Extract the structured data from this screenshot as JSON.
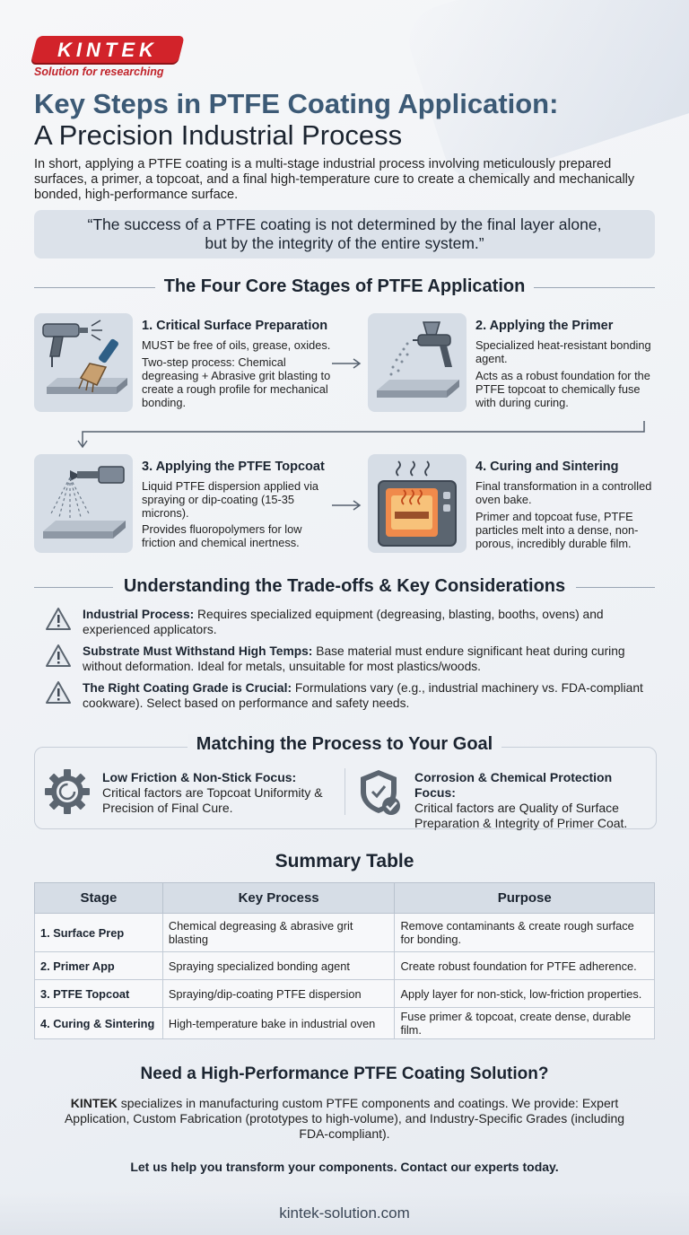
{
  "logo": {
    "brand": "KINTEK",
    "tagline": "Solution for researching"
  },
  "title": {
    "line1": "Key Steps in PTFE Coating Application:",
    "line2": "A Precision Industrial Process"
  },
  "intro": "In short, applying a PTFE coating is a multi-stage industrial process involving meticulously prepared surfaces, a primer, a topcoat, and a final high-temperature cure to create a chemically and mechanically bonded, high-performance surface.",
  "quote": {
    "line1": "“The success of a PTFE coating is not determined by the final layer alone,",
    "line2": "but by the integrity of the entire system.”"
  },
  "stages": {
    "heading": "The Four Core Stages of PTFE Application",
    "items": [
      {
        "title": "1. Critical Surface Preparation",
        "p1": "MUST be free of oils, grease, oxides.",
        "p2": "Two-step process: Chemical degreasing + Abrasive grit blasting to create a rough profile for mechanical bonding.",
        "icon": "spray-gun-brush-icon"
      },
      {
        "title": "2. Applying the Primer",
        "p1": "Specialized heat-resistant bonding agent.",
        "p2": "Acts as a robust foundation for the PTFE topcoat to chemically fuse with during curing.",
        "icon": "spray-gun-icon"
      },
      {
        "title": "3. Applying the PTFE Topcoat",
        "p1": "Liquid PTFE dispersion applied via spraying or dip-coating (15-35 microns).",
        "p2": "Provides fluoropolymers for low friction and chemical inertness.",
        "icon": "spray-nozzle-icon"
      },
      {
        "title": "4. Curing and Sintering",
        "p1": "Final transformation in a controlled oven bake.",
        "p2": "Primer and topcoat fuse, PTFE particles melt into a dense, non-porous, incredibly durable film.",
        "icon": "oven-icon"
      }
    ]
  },
  "tradeoffs": {
    "heading": "Understanding the Trade-offs & Key Considerations",
    "items": [
      {
        "label": "Industrial Process:",
        "text": " Requires specialized equipment (degreasing, blasting, booths, ovens) and experienced applicators."
      },
      {
        "label": "Substrate Must Withstand High Temps:",
        "text": " Base material must endure significant heat during curing without deformation. Ideal for metals, unsuitable for most plastics/woods."
      },
      {
        "label": "The Right Coating Grade is Crucial:",
        "text": " Formulations vary (e.g., industrial machinery vs. FDA-compliant cookware). Select based on performance and safety needs."
      }
    ]
  },
  "goal": {
    "heading": "Matching the Process to Your Goal",
    "left": {
      "label": "Low Friction & Non-Stick Focus:",
      "text": "Critical factors are Topcoat Uniformity & Precision of Final Cure."
    },
    "right": {
      "label": "Corrosion & Chemical Protection Focus:",
      "text": "Critical factors are Quality of Surface Preparation & Integrity of Primer Coat."
    }
  },
  "summary": {
    "heading": "Summary Table",
    "columns": [
      "Stage",
      "Key Process",
      "Purpose"
    ],
    "rows": [
      [
        "1. Surface Prep",
        "Chemical degreasing & abrasive grit blasting",
        "Remove contaminants & create rough surface for bonding."
      ],
      [
        "2. Primer App",
        "Spraying specialized bonding agent",
        "Create robust foundation for PTFE adherence."
      ],
      [
        "3. PTFE Topcoat",
        "Spraying/dip-coating PTFE dispersion",
        "Apply layer for non-stick, low-friction properties."
      ],
      [
        "4. Curing & Sintering",
        "High-temperature bake in industrial oven",
        "Fuse primer & topcoat, create dense, durable film."
      ]
    ]
  },
  "cta": {
    "heading": "Need a High-Performance PTFE Coating Solution?",
    "brand": "KINTEK",
    "text": " specializes in manufacturing custom PTFE components and coatings. We provide: Expert Application, Custom Fabrication (prototypes to high-volume), and Industry-Specific Grades (including FDA-compliant).",
    "action": "Let us help you transform your components. Contact our experts today."
  },
  "footer": {
    "url": "kintek-solution.com"
  },
  "colors": {
    "brand_red": "#d2232a",
    "title_blue": "#3c5a76",
    "panel": "#d6dde6"
  }
}
